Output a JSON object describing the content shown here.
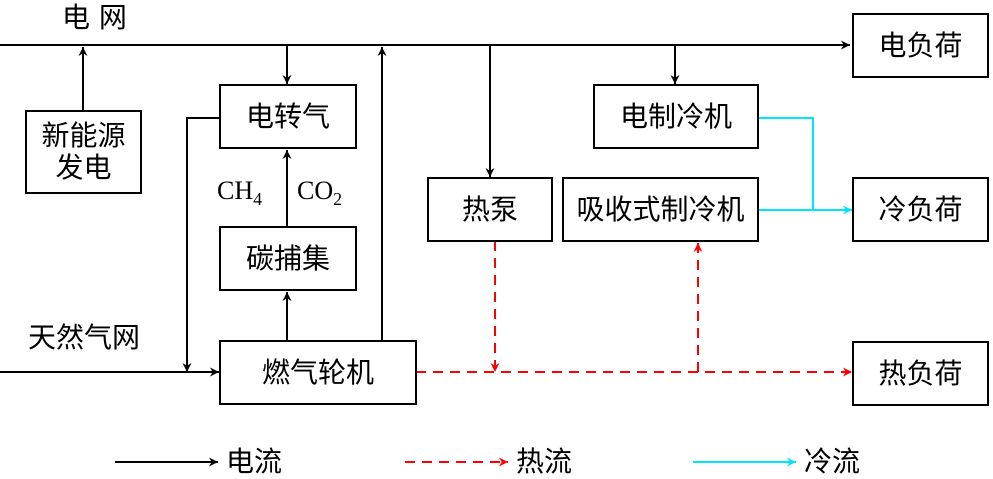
{
  "diagram": {
    "type": "energy-flow-diagram",
    "labels": {
      "power_grid": "电 网",
      "gas_grid": "天然气网",
      "ch4": "CH",
      "ch4_sub": "4",
      "co2": "CO",
      "co2_sub": "2"
    },
    "nodes": {
      "renewable": "新能源发电",
      "renewable_line1": "新能源",
      "renewable_line2": "发电",
      "p2g": "电转气",
      "carbon_capture": "碳捕集",
      "gas_turbine": "燃气轮机",
      "heat_pump": "热泵",
      "electric_chiller": "电制冷机",
      "absorption_chiller": "吸收式制冷机",
      "electric_load": "电负荷",
      "cooling_load": "冷负荷",
      "heat_load": "热负荷"
    },
    "edges": [
      {
        "from": "新能源发电",
        "to": "电网",
        "type": "electric"
      },
      {
        "from": "电网",
        "to": "电转气",
        "type": "electric"
      },
      {
        "from": "燃气轮机",
        "to": "电网",
        "type": "electric"
      },
      {
        "from": "电网",
        "to": "热泵",
        "type": "electric"
      },
      {
        "from": "电网",
        "to": "电制冷机",
        "type": "electric"
      },
      {
        "from": "电网",
        "to": "电负荷",
        "type": "electric"
      },
      {
        "from": "碳捕集",
        "to": "电转气",
        "type": "electric",
        "label": "CO2"
      },
      {
        "from": "电转气",
        "to": "燃气轮机",
        "type": "electric",
        "label": "CH4"
      },
      {
        "from": "燃气轮机",
        "to": "碳捕集",
        "type": "electric"
      },
      {
        "from": "天然气网",
        "to": "燃气轮机",
        "type": "electric"
      },
      {
        "from": "热泵",
        "to": "热负荷",
        "type": "heat"
      },
      {
        "from": "燃气轮机",
        "to": "热负荷",
        "type": "heat"
      },
      {
        "from": "燃气轮机",
        "to": "吸收式制冷机",
        "type": "heat"
      },
      {
        "from": "电制冷机",
        "to": "冷负荷",
        "type": "cooling"
      },
      {
        "from": "吸收式制冷机",
        "to": "冷负荷",
        "type": "cooling"
      }
    ],
    "colors": {
      "electric": "#000000",
      "heat": "#ff0000",
      "cooling": "#00e5ff"
    },
    "legend": [
      {
        "label": "电流",
        "type": "electric",
        "style": "solid"
      },
      {
        "label": "热流",
        "type": "heat",
        "style": "dashed"
      },
      {
        "label": "冷流",
        "type": "cooling",
        "style": "solid"
      }
    ]
  }
}
